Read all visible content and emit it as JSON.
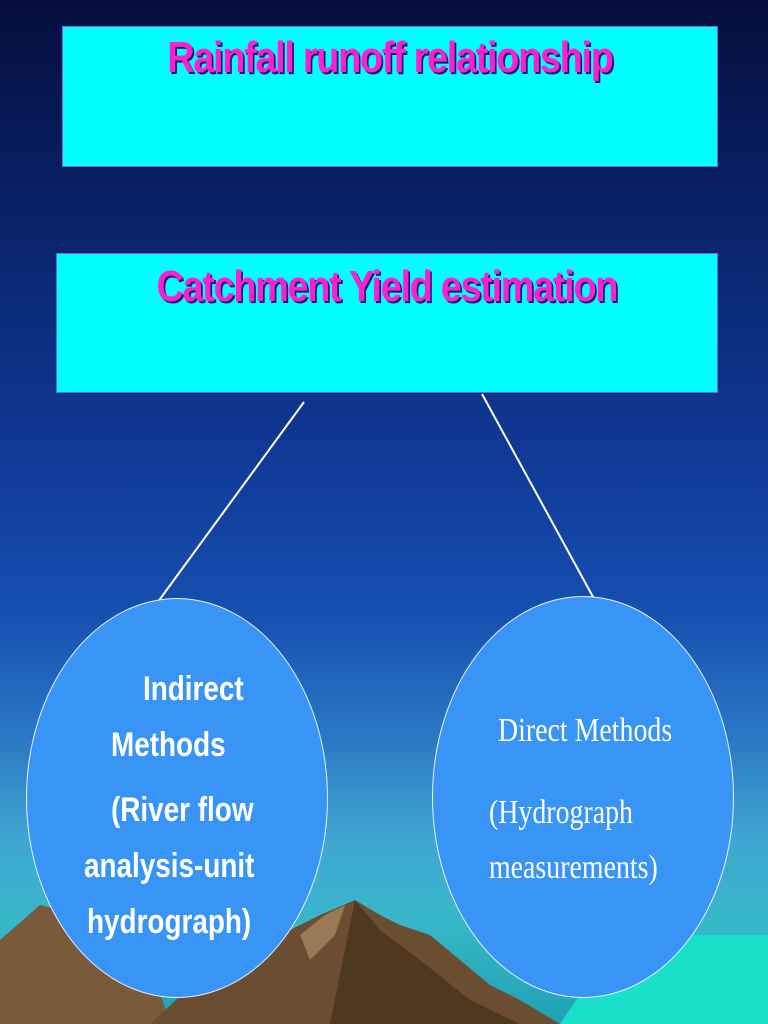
{
  "boxes": {
    "top": {
      "title": "Rainfall runoff relationship"
    },
    "middle": {
      "title": "Catchment Yield estimation"
    }
  },
  "nodes": {
    "indirect": {
      "line1": "Indirect",
      "line2": "Methods",
      "line3": "(River flow",
      "line4": "analysis-unit",
      "line5": "hydrograph)"
    },
    "direct": {
      "line1": "Direct Methods",
      "line2": "(Hydrograph",
      "line3": "measurements)"
    }
  },
  "colors": {
    "box_fill": "#00ffff",
    "title_text": "#ff1fd0",
    "oval_fill": "#3894f5",
    "arrow": "#ffffff"
  }
}
